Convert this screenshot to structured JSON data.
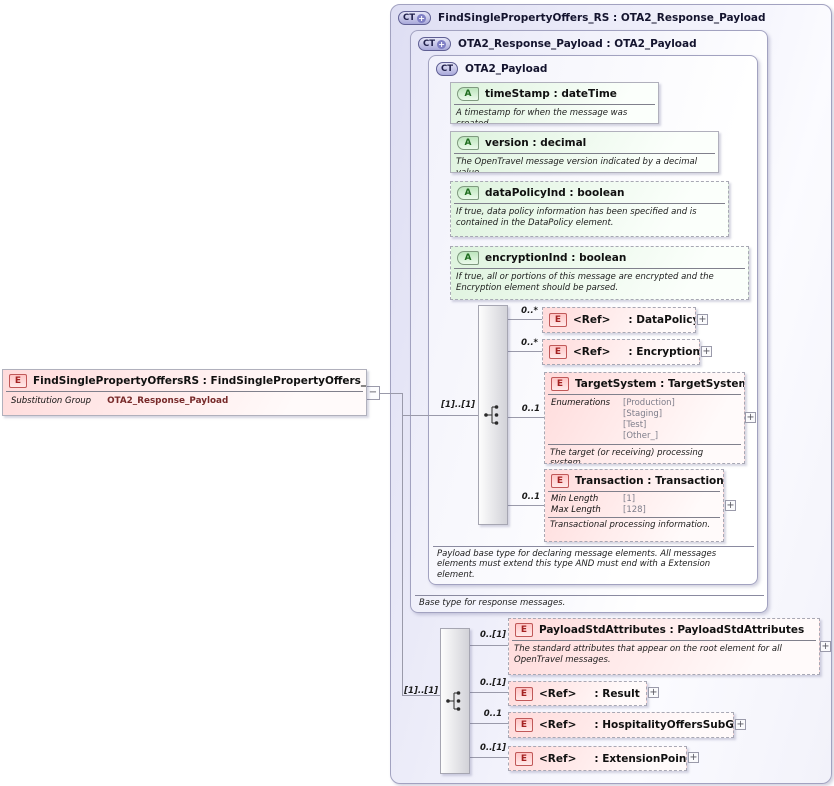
{
  "icons": {
    "expand": "+",
    "collapse": "−"
  },
  "root_box": {
    "badge": "CT",
    "title": "FindSinglePropertyOffers_RS : OTA2_Response_Payload"
  },
  "response_box": {
    "badge": "CT",
    "title": "OTA2_Response_Payload : OTA2_Payload",
    "footer": "Base type for response messages."
  },
  "payload_box": {
    "badge": "CT",
    "title": "OTA2_Payload",
    "footer": "Payload base type for declaring message elements. All messages elements must extend this type AND must end with a Extension element."
  },
  "left_element": {
    "badge": "E",
    "title": "FindSinglePropertyOffersRS : FindSinglePropertyOffers_RS",
    "substitution_label": "Substitution Group",
    "substitution_value": "OTA2_Response_Payload"
  },
  "sequence_top": {
    "cardinality": "[1]..[1]"
  },
  "sequence_bottom": {
    "cardinality": "[1]..[1]"
  },
  "attributes": [
    {
      "badge": "A",
      "name": "timeStamp : dateTime",
      "description": "A timestamp for when the message was created."
    },
    {
      "badge": "A",
      "name": "version : decimal",
      "description": "The OpenTravel message version indicated by a decimal value."
    },
    {
      "badge": "A",
      "name": "dataPolicyInd : boolean",
      "description": "If true, data policy information has been specified and is contained in the DataPolicy element."
    },
    {
      "badge": "A",
      "name": "encryptionInd : boolean",
      "description": "If true, all or portions of this message are encrypted and the Encryption element should be parsed."
    }
  ],
  "payload_elements": [
    {
      "badge": "E",
      "cardinality": "0..*",
      "name": "<Ref>",
      "type": ": DataPolicy"
    },
    {
      "badge": "E",
      "cardinality": "0..*",
      "name": "<Ref>",
      "type": ": Encryption"
    },
    {
      "badge": "E",
      "cardinality": "0..1",
      "name": "TargetSystem : TargetSystem",
      "facet_label": "Enumerations",
      "enumerations": [
        "[Production]",
        "[Staging]",
        "[Test]",
        "[Other_]"
      ],
      "description": "The target (or receiving) processing system."
    },
    {
      "badge": "E",
      "cardinality": "0..1",
      "name": "Transaction : Transaction",
      "facets": [
        {
          "label": "Min Length",
          "value": "[1]"
        },
        {
          "label": "Max Length",
          "value": "[128]"
        }
      ],
      "description": "Transactional processing information."
    }
  ],
  "response_elements": [
    {
      "badge": "E",
      "cardinality": "0..[1]",
      "name": "PayloadStdAttributes : PayloadStdAttributes",
      "description": "The standard attributes that appear on the root element for all OpenTravel messages."
    },
    {
      "badge": "E",
      "cardinality": "0..[1]",
      "name": "<Ref>",
      "type": ": Result"
    },
    {
      "badge": "E",
      "cardinality": "0..1",
      "name": "<Ref>",
      "type": ": HospitalityOffersSubGrp"
    },
    {
      "badge": "E",
      "cardinality": "0..[1]",
      "name": "<Ref>",
      "type": ": ExtensionPoint"
    }
  ],
  "colors": {
    "container_fill": "#e2e2f5",
    "attribute_fill": "#def3de",
    "element_fill": "#ffdbdb",
    "border": "#a2a2c0"
  }
}
